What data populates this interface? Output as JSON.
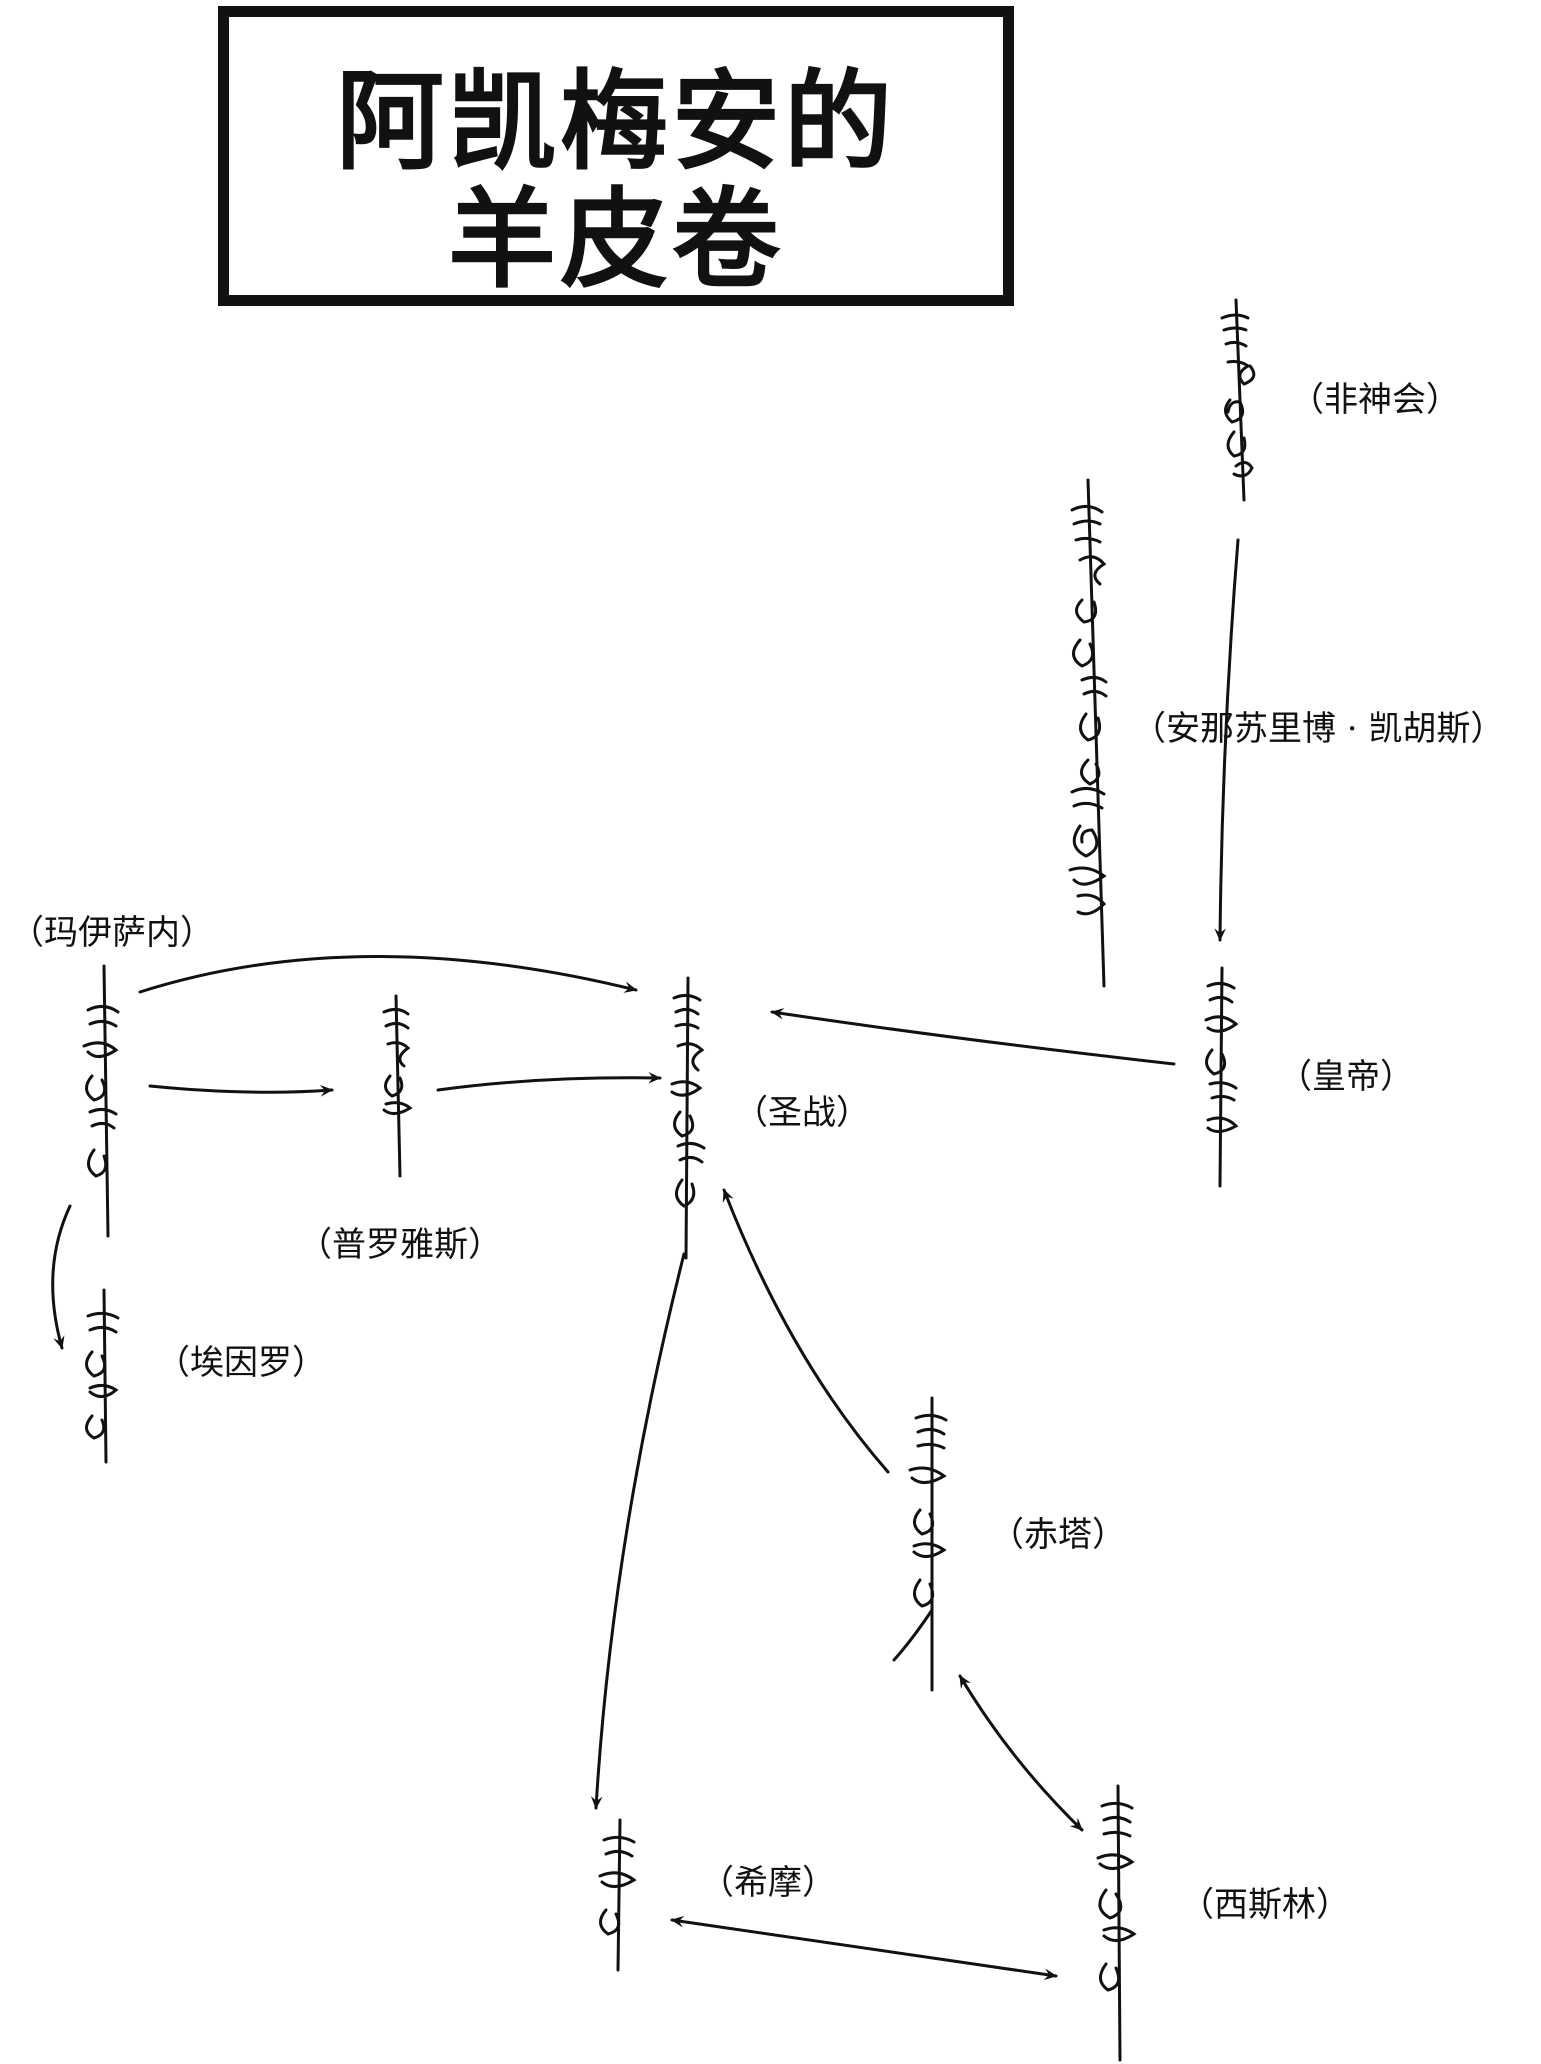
{
  "title": {
    "line1": "阿凯梅安的",
    "line2": "羊皮卷"
  },
  "nodes": [
    {
      "id": "fei-shen-hui",
      "label": "（非神会）"
    },
    {
      "id": "anasurimbor-kellhus",
      "label": "（安那苏里博 · 凯胡斯）"
    },
    {
      "id": "maithanet",
      "label": "（玛伊萨内）"
    },
    {
      "id": "proyas",
      "label": "（普罗雅斯）"
    },
    {
      "id": "holy-war",
      "label": "（圣战）"
    },
    {
      "id": "emperor",
      "label": "（皇帝）"
    },
    {
      "id": "inrau",
      "label": "（埃因罗）"
    },
    {
      "id": "chitha",
      "label": "（赤塔）"
    },
    {
      "id": "hima",
      "label": "（希摩）"
    },
    {
      "id": "xilin",
      "label": "（西斯林）"
    }
  ],
  "colors": {
    "ink": "#111111",
    "paper": "#ffffff"
  }
}
